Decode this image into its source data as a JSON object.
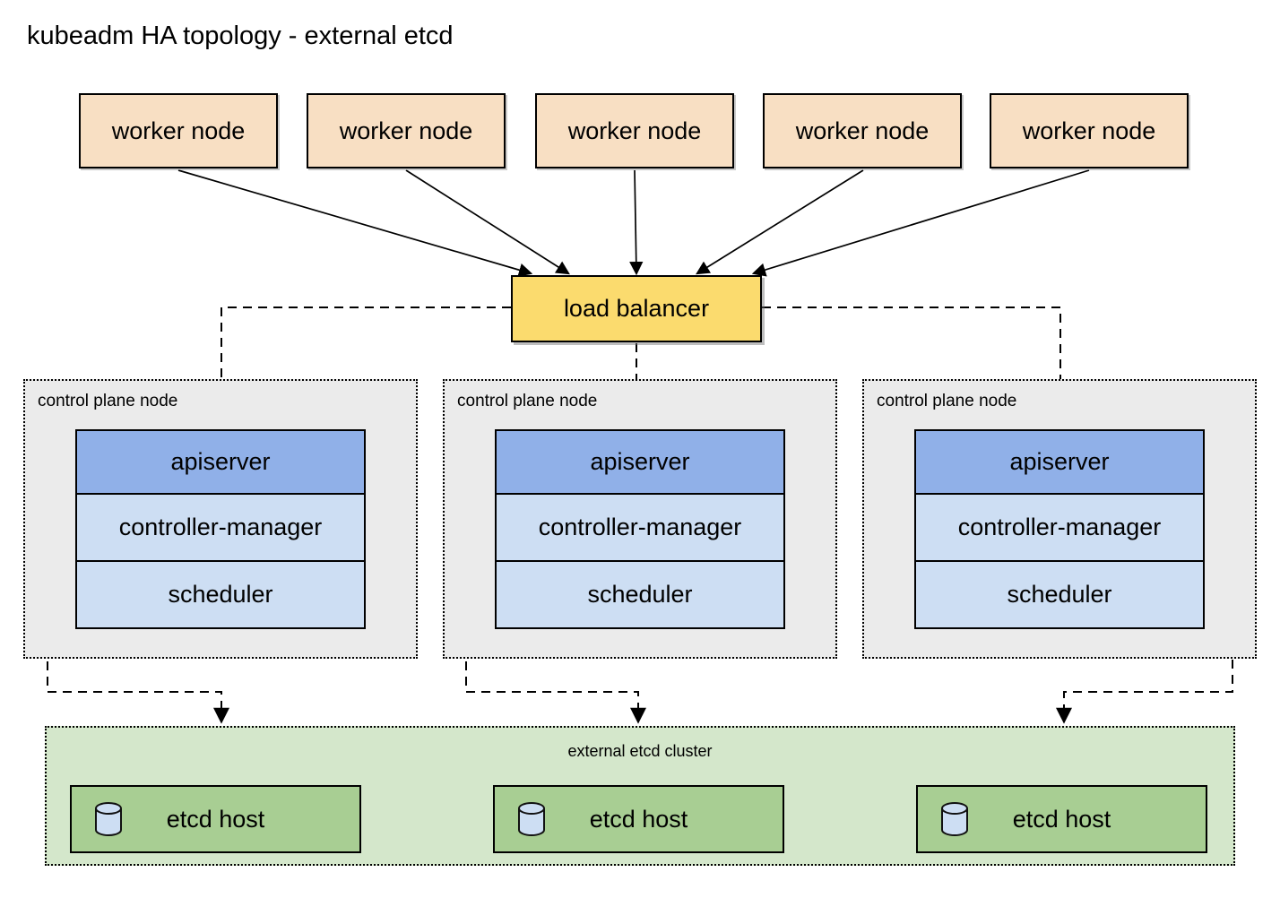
{
  "title": "kubeadm HA topology - external etcd",
  "workers": [
    {
      "label": "worker node"
    },
    {
      "label": "worker node"
    },
    {
      "label": "worker node"
    },
    {
      "label": "worker node"
    },
    {
      "label": "worker node"
    }
  ],
  "load_balancer": {
    "label": "load balancer"
  },
  "control_planes": [
    {
      "label": "control plane node",
      "components": [
        "apiserver",
        "controller-manager",
        "scheduler"
      ]
    },
    {
      "label": "control plane node",
      "components": [
        "apiserver",
        "controller-manager",
        "scheduler"
      ]
    },
    {
      "label": "control plane node",
      "components": [
        "apiserver",
        "controller-manager",
        "scheduler"
      ]
    }
  ],
  "etcd_cluster": {
    "label": "external etcd cluster",
    "hosts": [
      {
        "label": "etcd host",
        "icon": "database-cylinder-icon"
      },
      {
        "label": "etcd host",
        "icon": "database-cylinder-icon"
      },
      {
        "label": "etcd host",
        "icon": "database-cylinder-icon"
      }
    ]
  },
  "colors": {
    "worker_fill": "#f8dfc3",
    "lb_fill": "#fbdb6e",
    "apiserver_fill": "#90b0e8",
    "component_fill": "#cddef3",
    "control_plane_fill": "#ebebeb",
    "etcd_cluster_fill": "#d4e7cb",
    "etcd_host_fill": "#a8ce93",
    "cylinder_fill": "#cddef3",
    "line": "#000000"
  }
}
